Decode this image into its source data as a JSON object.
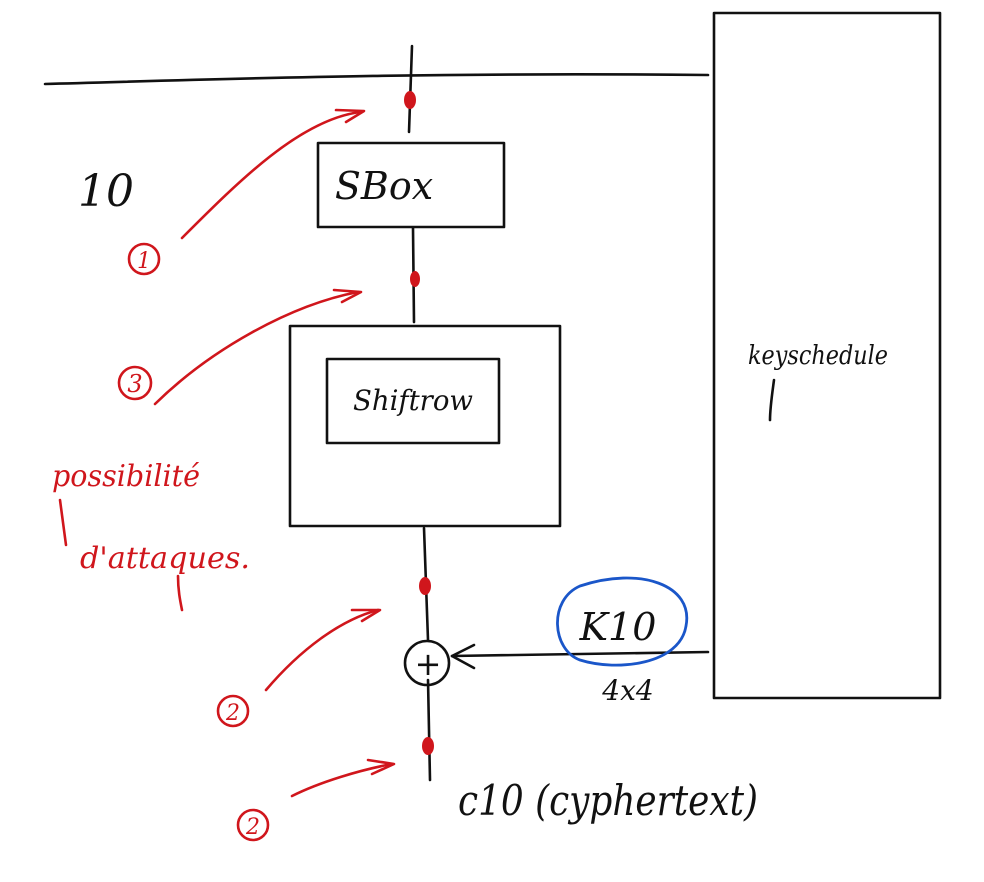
{
  "diagram": {
    "round_label": "10",
    "blocks": {
      "sbox": "SBox",
      "shiftrow": "Shiftrow",
      "keyschedule": "keyschedule"
    },
    "operator": "+",
    "round_key": {
      "label": "K10",
      "size": "4x4"
    },
    "output_label": "c10 (cyphertext)",
    "annotations": {
      "markers": [
        "1",
        "3",
        "2",
        "2"
      ],
      "attack_note": [
        "possibilité",
        "d'attaques."
      ]
    },
    "colors": {
      "ink": "#111111",
      "annotation": "#d0161c",
      "highlight": "#1a56c9"
    }
  }
}
